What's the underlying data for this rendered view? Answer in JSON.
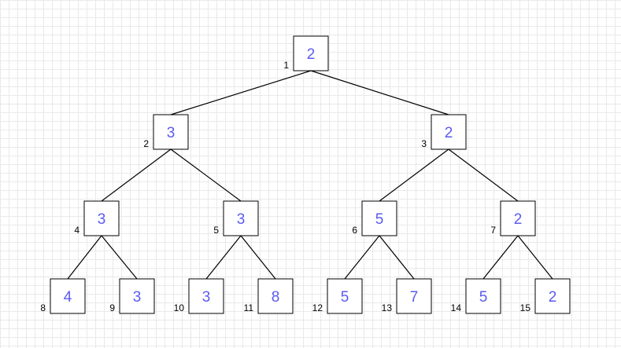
{
  "theme": {
    "value_color": "#5b5bf0",
    "index_color": "#000000",
    "grid_color": "#e9e9e9"
  },
  "tree": {
    "nodes": [
      {
        "index": "1",
        "value": "2"
      },
      {
        "index": "2",
        "value": "3"
      },
      {
        "index": "3",
        "value": "2"
      },
      {
        "index": "4",
        "value": "3"
      },
      {
        "index": "5",
        "value": "3"
      },
      {
        "index": "6",
        "value": "5"
      },
      {
        "index": "7",
        "value": "2"
      },
      {
        "index": "8",
        "value": "4"
      },
      {
        "index": "9",
        "value": "3"
      },
      {
        "index": "10",
        "value": "3"
      },
      {
        "index": "11",
        "value": "8"
      },
      {
        "index": "12",
        "value": "5"
      },
      {
        "index": "13",
        "value": "7"
      },
      {
        "index": "14",
        "value": "5"
      },
      {
        "index": "15",
        "value": "2"
      }
    ],
    "edges": [
      [
        "1",
        "2"
      ],
      [
        "1",
        "3"
      ],
      [
        "2",
        "4"
      ],
      [
        "2",
        "5"
      ],
      [
        "3",
        "6"
      ],
      [
        "3",
        "7"
      ],
      [
        "4",
        "8"
      ],
      [
        "4",
        "9"
      ],
      [
        "5",
        "10"
      ],
      [
        "5",
        "11"
      ],
      [
        "6",
        "12"
      ],
      [
        "6",
        "13"
      ],
      [
        "7",
        "14"
      ],
      [
        "7",
        "15"
      ]
    ]
  }
}
